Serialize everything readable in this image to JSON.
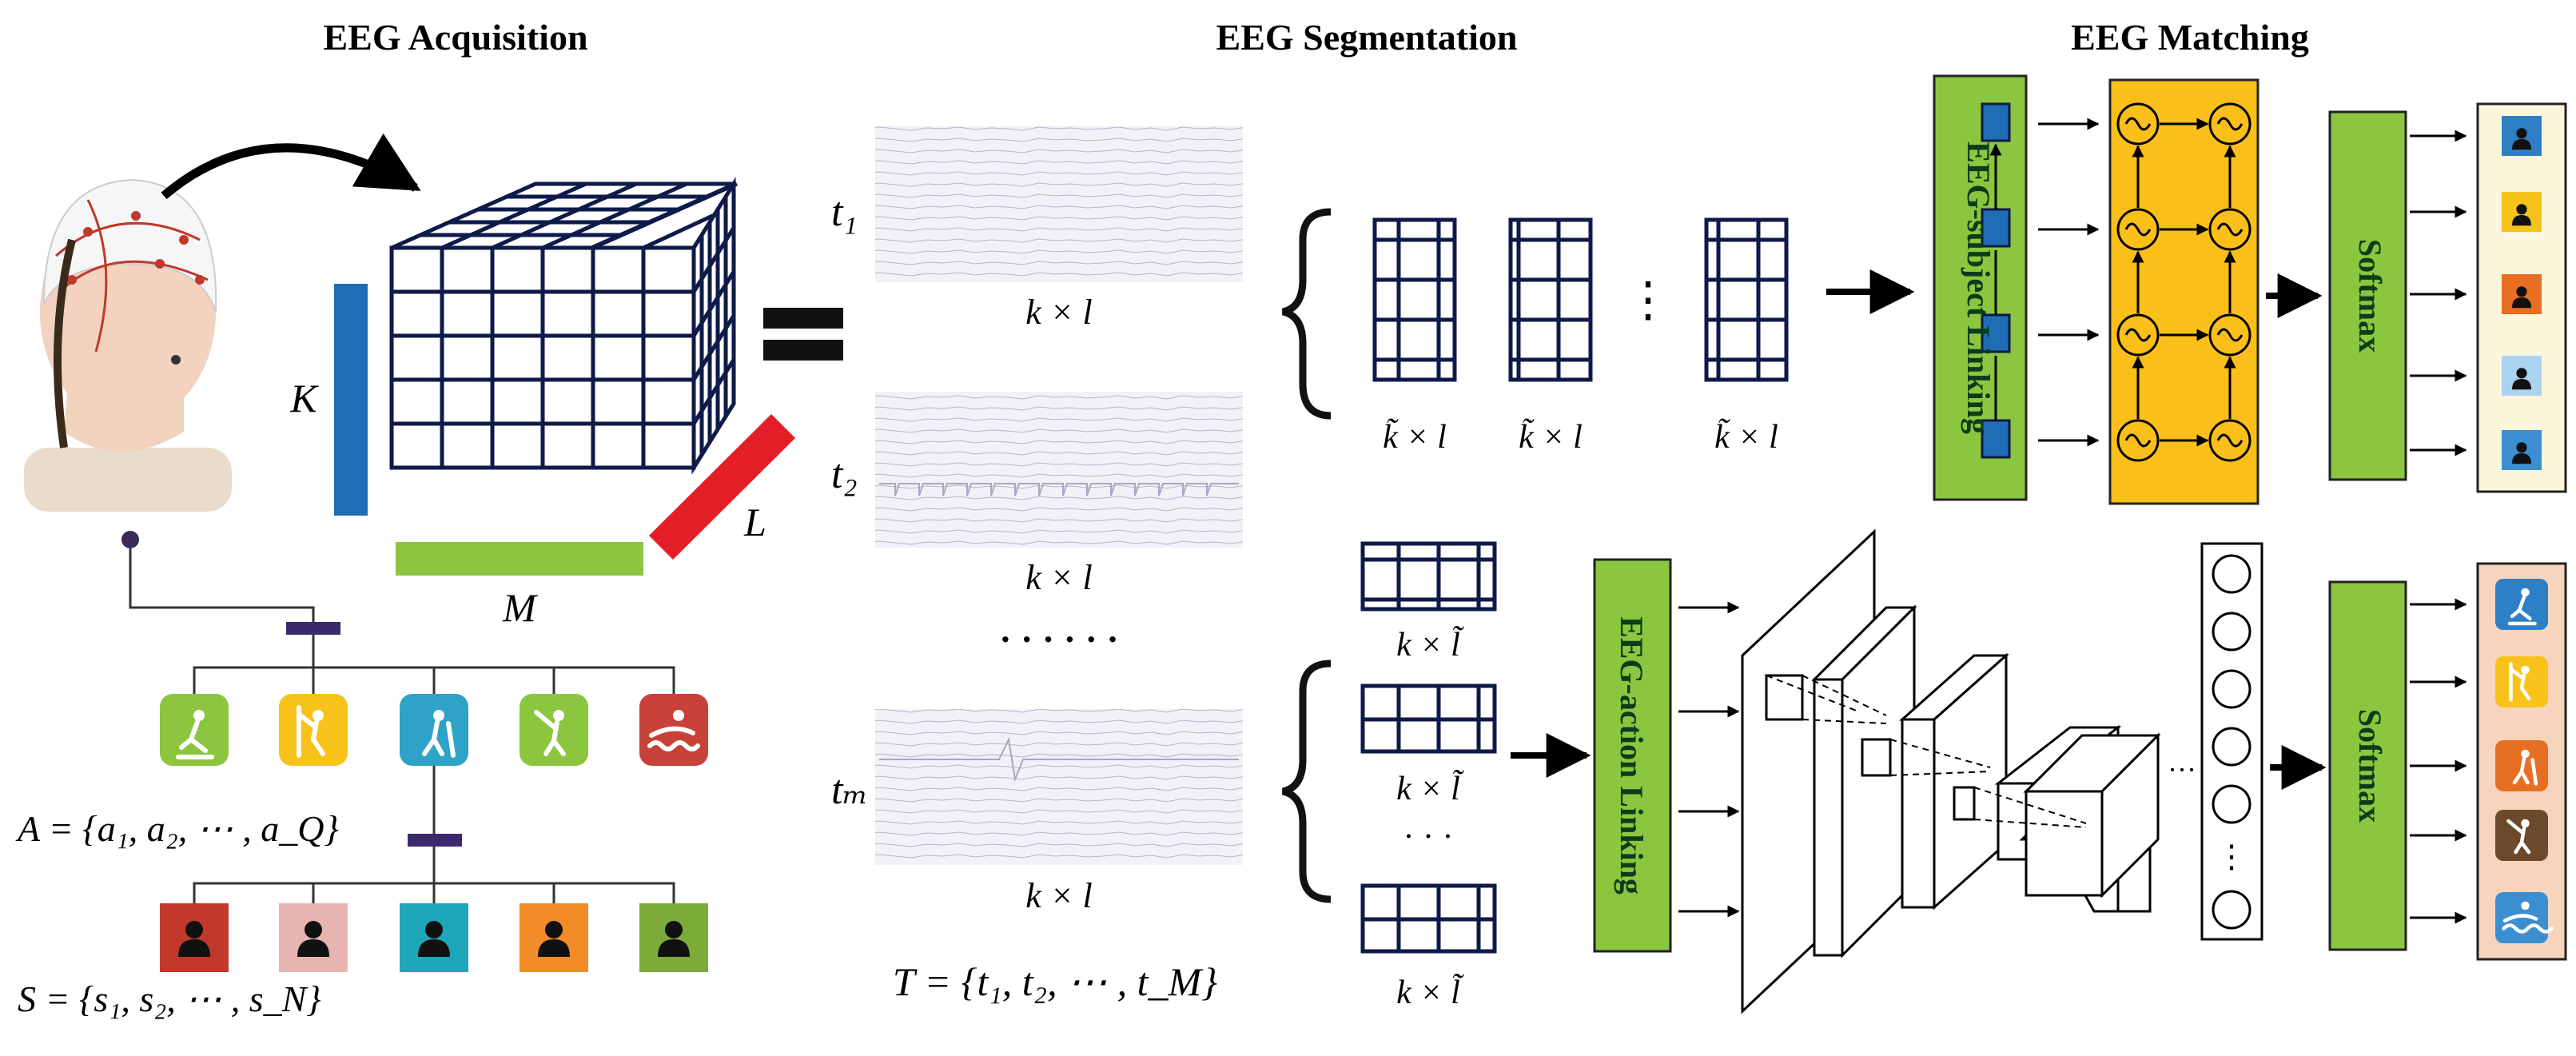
{
  "titles": {
    "acquisition": "EEG Acquisition",
    "segmentation": "EEG Segmentation",
    "matching": "EEG Matching"
  },
  "acquisition": {
    "axis_k": "K",
    "axis_m": "M",
    "axis_l": "L",
    "set_a": "A = {a₁, a₂, ⋯ , a_Q}",
    "set_s": "S = {s₁, s₂, ⋯ , s_N}",
    "action_icons": [
      {
        "name": "skating",
        "color": "#8cc63f"
      },
      {
        "name": "climbing",
        "color": "#f7c31b"
      },
      {
        "name": "hiking",
        "color": "#2ea3c7"
      },
      {
        "name": "golf",
        "color": "#8cc63f"
      },
      {
        "name": "swimming",
        "color": "#c8423a"
      }
    ],
    "subject_icons": [
      {
        "name": "person",
        "color": "#c0392b"
      },
      {
        "name": "person",
        "color": "#e8b4b0"
      },
      {
        "name": "person",
        "color": "#1fa7b9"
      },
      {
        "name": "person",
        "color": "#f28c28"
      },
      {
        "name": "person",
        "color": "#7cab3a"
      }
    ]
  },
  "segmentation": {
    "t1": "t₁",
    "t2": "t₂",
    "tm": "tₘ",
    "dots": "· · · · · ·",
    "size": "k × l",
    "set_t": "T = {t₁, t₂, ⋯ , t_M}"
  },
  "matching": {
    "subject_linking": "EEG-subject Linking",
    "action_linking": "EEG-action Linking",
    "softmax": "Softmax",
    "tilde_k": "k̃ × l",
    "tilde_l": "k × l̃",
    "vdots": "⋮",
    "hdots": "· · ·",
    "ellipsis": "···",
    "colors": {
      "green": "#8cc63f",
      "orange": "#fbbf19",
      "lightyellow": "#fdf6dc",
      "peach": "#f7d5bd",
      "navy": "#1c2a5c"
    },
    "subject_outputs": [
      "#2d7fc6",
      "#f7c31b",
      "#e76f24",
      "#a9d3ef",
      "#3b8fd1"
    ],
    "action_outputs": [
      {
        "name": "skating",
        "color": "#2d7fc6"
      },
      {
        "name": "climbing",
        "color": "#f7c31b"
      },
      {
        "name": "hiking",
        "color": "#e76f24"
      },
      {
        "name": "golf",
        "color": "#6b4a2b"
      },
      {
        "name": "swimming",
        "color": "#3b8fd1"
      }
    ]
  }
}
